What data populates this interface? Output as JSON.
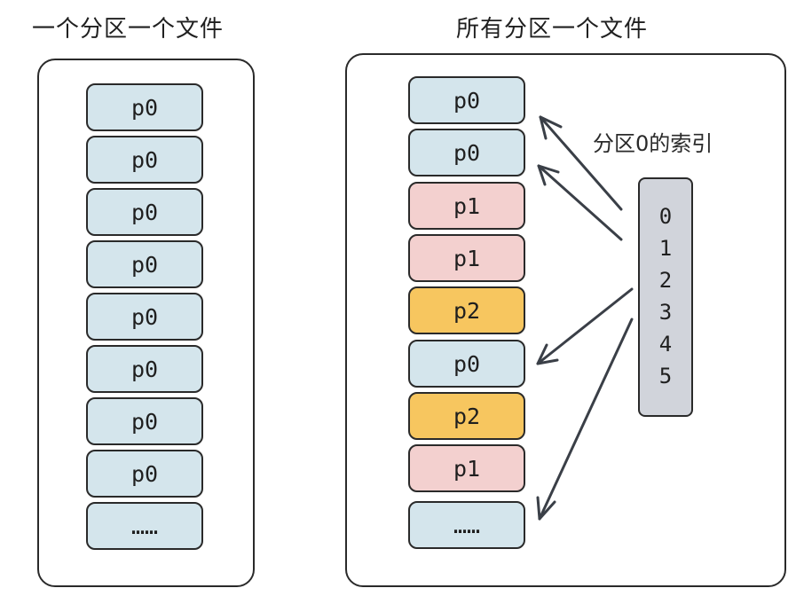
{
  "left": {
    "title": "一个分区一个文件",
    "cells": [
      {
        "label": "p0",
        "color": "blue"
      },
      {
        "label": "p0",
        "color": "blue"
      },
      {
        "label": "p0",
        "color": "blue"
      },
      {
        "label": "p0",
        "color": "blue"
      },
      {
        "label": "p0",
        "color": "blue"
      },
      {
        "label": "p0",
        "color": "blue"
      },
      {
        "label": "p0",
        "color": "blue"
      },
      {
        "label": "p0",
        "color": "blue"
      },
      {
        "label": "……",
        "color": "blue"
      }
    ]
  },
  "right": {
    "title": "所有分区一个文件",
    "cells": [
      {
        "label": "p0",
        "color": "blue"
      },
      {
        "label": "p0",
        "color": "blue"
      },
      {
        "label": "p1",
        "color": "pink"
      },
      {
        "label": "p1",
        "color": "pink"
      },
      {
        "label": "p2",
        "color": "orange"
      },
      {
        "label": "p0",
        "color": "blue"
      },
      {
        "label": "p2",
        "color": "orange"
      },
      {
        "label": "p1",
        "color": "pink"
      },
      {
        "label": "……",
        "color": "blue"
      }
    ],
    "index_label": "分区0的索引",
    "index_values": [
      "0",
      "1",
      "2",
      "3",
      "4",
      "5"
    ]
  },
  "colors": {
    "blue": "#d4e5ec",
    "pink": "#f3d0cf",
    "orange": "#f7c65f",
    "index": "#d1d4db",
    "stroke": "#2a2a2a"
  }
}
